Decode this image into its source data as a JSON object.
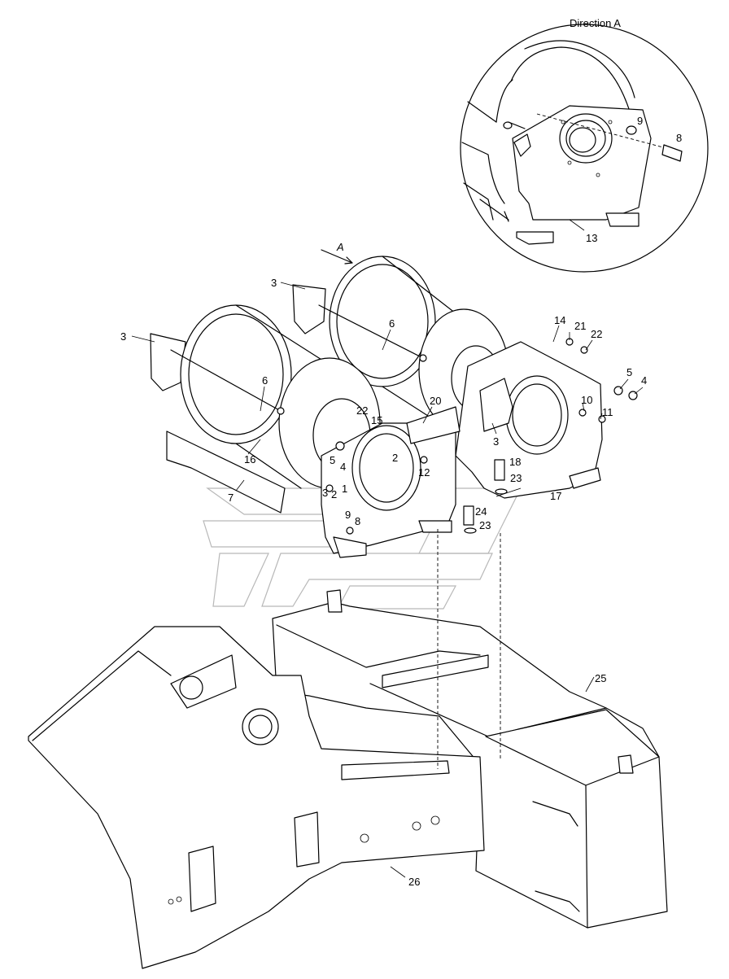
{
  "detail_view": {
    "title": "Direction A"
  },
  "direction_arrow": {
    "label": "A"
  },
  "callouts": {
    "c1": "1",
    "c2a": "2",
    "c2b": "2",
    "c3a": "3",
    "c3b": "3",
    "c3c": "3",
    "c3d": "3",
    "c4a": "4",
    "c4b": "4",
    "c5a": "5",
    "c5b": "5",
    "c6a": "6",
    "c6b": "6",
    "c7": "7",
    "c8a": "8",
    "c8b": "8",
    "c9a": "9",
    "c9b": "9",
    "c10": "10",
    "c11": "11",
    "c12": "12",
    "c13": "13",
    "c14": "14",
    "c15": "15",
    "c16": "16",
    "c17": "17",
    "c18": "18",
    "c20": "20",
    "c21": "21",
    "c22a": "22",
    "c22b": "22",
    "c23a": "23",
    "c23b": "23",
    "c24": "24",
    "c25": "25",
    "c26": "26"
  }
}
